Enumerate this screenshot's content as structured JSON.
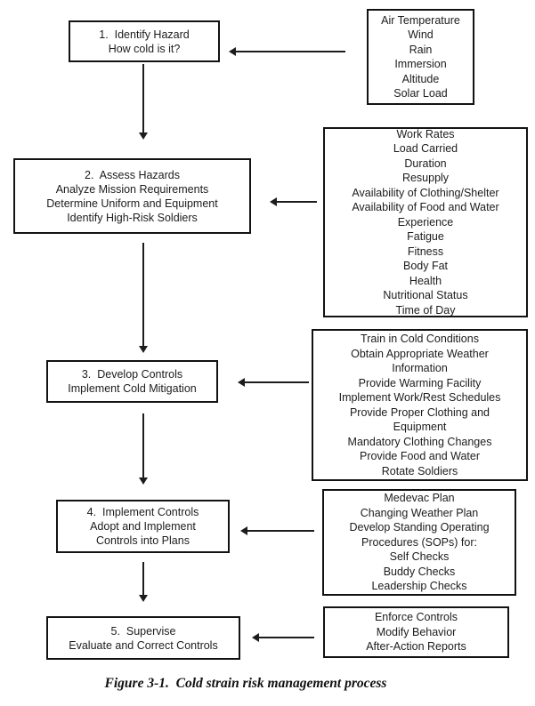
{
  "caption": "Figure 3-1.  Cold strain risk management process",
  "steps": [
    {
      "id": 1,
      "action_lines": [
        "1.  Identify Hazard",
        "How cold is it?"
      ],
      "detail_lines": [
        "Air Temperature",
        "Wind",
        "Rain",
        "Immersion",
        "Altitude",
        "Solar Load"
      ]
    },
    {
      "id": 2,
      "action_lines": [
        "2.  Assess Hazards",
        "Analyze Mission Requirements",
        "Determine Uniform and Equipment",
        "Identify High-Risk Soldiers"
      ],
      "detail_lines": [
        "Work Rates",
        "Load Carried",
        "Duration",
        "Resupply",
        "Availability of Clothing/Shelter",
        "Availability of Food and Water",
        "Experience",
        "Fatigue",
        "Fitness",
        "Body Fat",
        "Health",
        "Nutritional Status",
        "Time of Day"
      ]
    },
    {
      "id": 3,
      "action_lines": [
        "3.  Develop Controls",
        "Implement Cold Mitigation"
      ],
      "detail_lines": [
        "Train in Cold Conditions",
        "Obtain Appropriate Weather",
        "Information",
        "Provide Warming Facility",
        "Implement Work/Rest Schedules",
        "Provide Proper Clothing and",
        "Equipment",
        "Mandatory Clothing Changes",
        "Provide Food and Water",
        "Rotate Soldiers"
      ]
    },
    {
      "id": 4,
      "action_lines": [
        "4.  Implement Controls",
        "Adopt and Implement",
        "Controls into Plans"
      ],
      "detail_lines": [
        "Medevac Plan",
        "Changing Weather Plan",
        "Develop Standing Operating",
        "Procedures (SOPs) for:",
        "Self Checks",
        "Buddy Checks",
        "Leadership Checks"
      ]
    },
    {
      "id": 5,
      "action_lines": [
        "5.  Supervise",
        "Evaluate and Correct Controls"
      ],
      "detail_lines": [
        "Enforce Controls",
        "Modify Behavior",
        "After-Action Reports"
      ]
    }
  ]
}
